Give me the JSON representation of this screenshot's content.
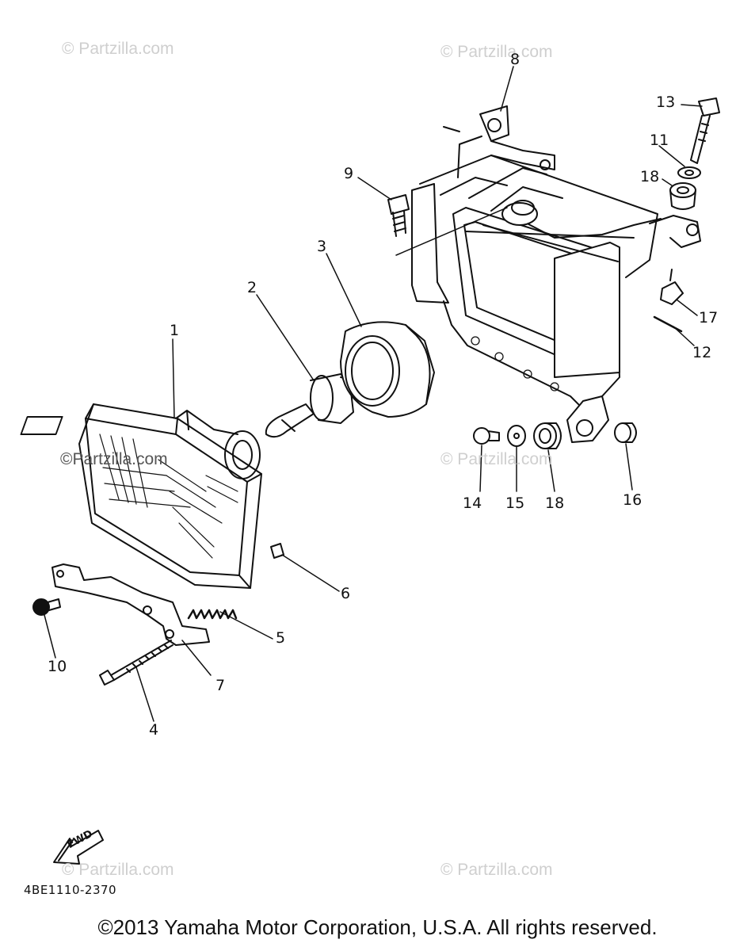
{
  "watermarks": [
    "© Partzilla.com",
    "© Partzilla.com",
    "©Partzilla.com",
    "© Partzilla.com",
    "© Partzilla.com",
    "© Partzilla.com"
  ],
  "callouts": [
    "1",
    "2",
    "3",
    "4",
    "5",
    "6",
    "7",
    "8",
    "9",
    "10",
    "11",
    "12",
    "13",
    "14",
    "15",
    "16",
    "17",
    "18",
    "18"
  ],
  "fwd_label": "FWD",
  "diagram_code": "4BE1110-2370",
  "copyright": "©2013 Yamaha Motor Corporation, U.S.A. All rights reserved."
}
